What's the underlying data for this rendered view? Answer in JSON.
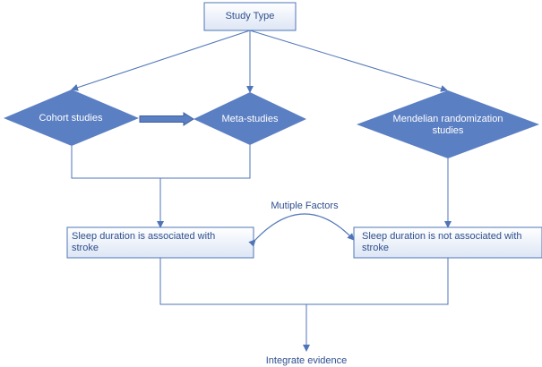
{
  "diagram": {
    "nodes": {
      "study_type": "Study Type",
      "cohort": "Cohort studies",
      "meta": "Meta-studies",
      "mendelian": "Mendelian randomization studies",
      "associated": "Sleep duration is associated with stroke",
      "not_associated": "Sleep duration is not associated with stroke",
      "integrate": "Integrate evidence"
    },
    "edge_labels": {
      "factors": "Mutiple Factors"
    },
    "colors": {
      "diamond_fill": "#5b7fc3",
      "box_border": "#4f75b8",
      "box_fill_top": "#ffffff",
      "box_fill_bottom": "#dde6f5",
      "line": "#4f75b8",
      "text": "#2f4f8f"
    }
  }
}
